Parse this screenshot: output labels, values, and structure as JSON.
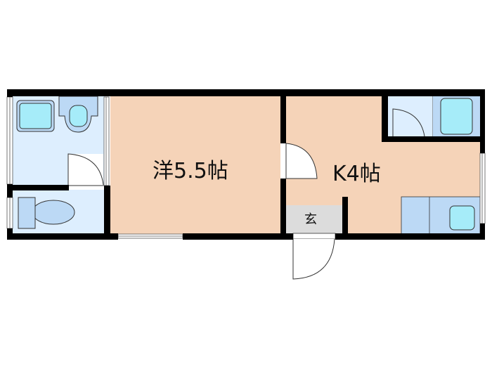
{
  "floorplan": {
    "rooms": {
      "western_room": {
        "label": "洋5.5帖",
        "type": "Western-style room",
        "size_jo": 5.5
      },
      "kitchen": {
        "label": "K4帖",
        "type": "Kitchen",
        "size_jo": 4
      },
      "entrance": {
        "label": "玄"
      },
      "bathroom": {
        "label": ""
      },
      "toilet": {
        "label": ""
      },
      "closet": {
        "label": ""
      }
    },
    "colors": {
      "living_floor": "#f5d3b8",
      "wet_area": "#ddeefe",
      "fixture_light": "#bcd9f5",
      "fixture_cyan": "#a6ecf9",
      "entrance_floor": "#dcdcdc",
      "wall": "#000000",
      "background": "#ffffff"
    }
  }
}
